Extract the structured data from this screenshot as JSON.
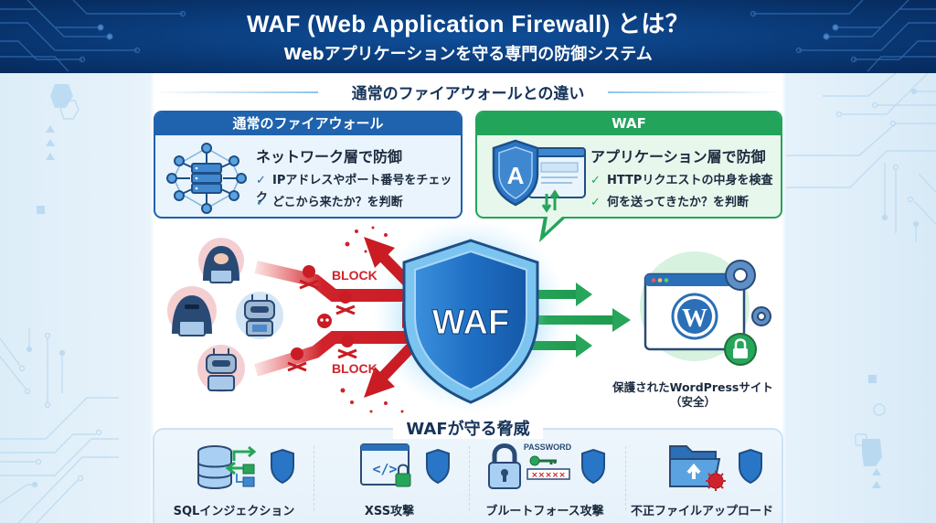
{
  "header": {
    "title": "WAF (Web Application Firewall) とは？",
    "subtitle": "Webアプリケーションを守る専門の防御システム"
  },
  "comparison": {
    "heading": "通常のファイアウォールとの違い",
    "firewall": {
      "label": "通常のファイアウォール",
      "main": "ネットワーク層で防御",
      "items": [
        "IPアドレスやポート番号をチェック",
        "どこから来たか？を判断"
      ],
      "check_icon": "✓",
      "accent": "#1f62ad"
    },
    "waf": {
      "label": "WAF",
      "main": "アプリケーション層で防御",
      "items": [
        "HTTPリクエストの中身を検査",
        "何を送ってきたか？を判断"
      ],
      "check_icon": "✓",
      "shield_letter": "A",
      "accent": "#22a45a"
    }
  },
  "diagram": {
    "attackers": [
      "hacker",
      "hacker",
      "robot",
      "robot"
    ],
    "block_labels": [
      "BLOCK",
      "BLOCK"
    ],
    "shield_label": "WAF",
    "protected_site": {
      "line1": "保護されたWordPressサイト",
      "line2": "（安全）"
    },
    "attack_color": "#d0222a",
    "safe_color": "#27a55a"
  },
  "threats": {
    "title": "WAFが守る脅威",
    "items": [
      {
        "label": "SQLインジェクション",
        "icon": "database-injection-icon"
      },
      {
        "label": "XSS攻撃",
        "icon": "code-window-lock-icon",
        "code_glyph": "</>"
      },
      {
        "label": "ブルートフォース攻撃",
        "icon": "padlock-password-icon",
        "password_label": "PASSWORD",
        "masked": "×××××"
      },
      {
        "label": "不正ファイルアップロード",
        "icon": "folder-upload-virus-icon"
      }
    ]
  }
}
